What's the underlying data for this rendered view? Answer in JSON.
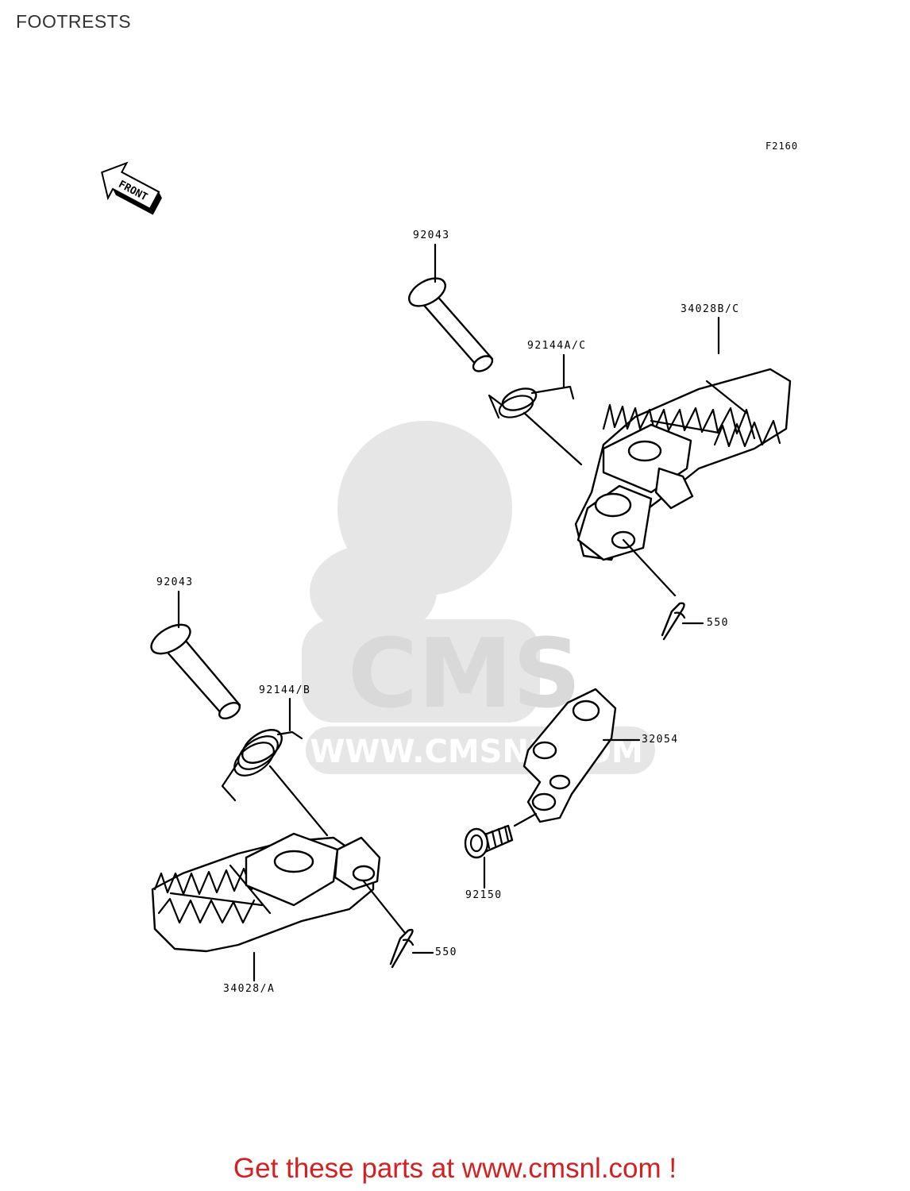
{
  "header": {
    "title": "FOOTRESTS"
  },
  "diagram": {
    "figure_code": "F2160",
    "direction_badge": "FRONT",
    "callouts": {
      "pin_right": "92043",
      "spring_right": "92144A/C",
      "footrest_right": "34028B/C",
      "cotter_right": "550",
      "pin_left": "92043",
      "spring_left": "92144/B",
      "bracket": "32054",
      "bolt": "92150",
      "cotter_left": "550",
      "footrest_left": "34028/A"
    }
  },
  "watermark": {
    "text": "CMS",
    "url": "WWW.CMSNL.COM"
  },
  "footer": {
    "text": "Get these parts at www.cmsnl.com !",
    "color": "#d42020"
  }
}
